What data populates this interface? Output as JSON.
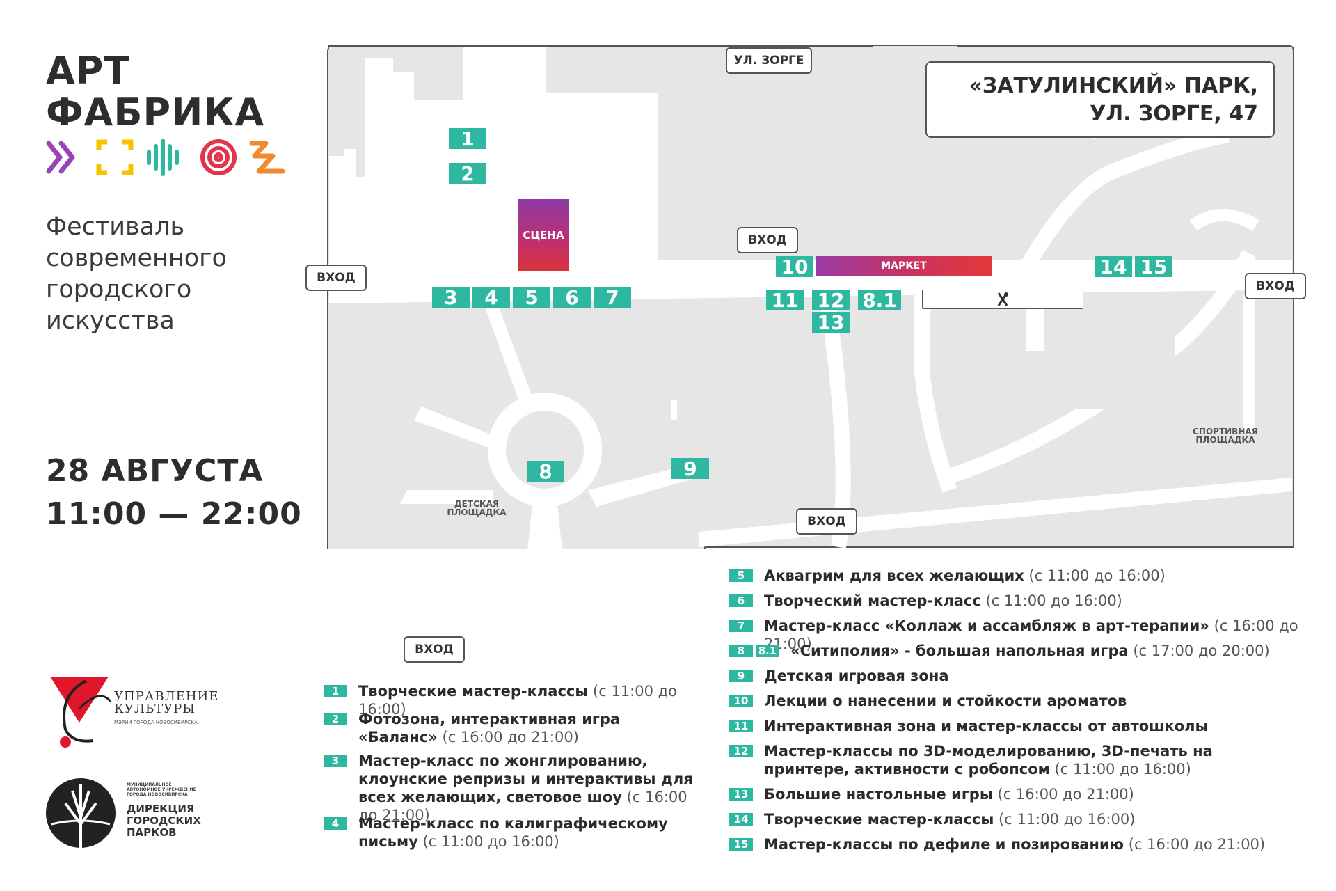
{
  "header": {
    "title_lines": [
      "АРТ",
      "ФАБРИКА"
    ],
    "festival_lines": [
      "Фестиваль",
      "современного",
      "городского",
      "искусства"
    ],
    "date": "28 АВГУСТА",
    "time": "11:00 — 22:00"
  },
  "map": {
    "address_lines": [
      "«ЗАТУЛИНСКИЙ» ПАРК,",
      "УЛ. ЗОРГЕ, 47"
    ],
    "street": "УЛ. ЗОРГЕ",
    "entrance": "ВХОД",
    "stage": "СЦЕНА",
    "market": "МАРКЕТ",
    "playground_lines": [
      "ДЕТСКАЯ",
      "ПЛОЩАДКА"
    ],
    "sports_lines": [
      "СПОРТИВНАЯ",
      "ПЛОЩАДКА"
    ],
    "pins": [
      "1",
      "2",
      "3",
      "4",
      "5",
      "6",
      "7",
      "8",
      "9",
      "10",
      "11",
      "12",
      "8.1",
      "13",
      "14",
      "15"
    ],
    "food_icon": "cutlery-icon",
    "colors": {
      "pin": "#2eb7a1",
      "map_bg": "#e6e6e6",
      "paths": "#ffffff"
    }
  },
  "legend": [
    {
      "nums": [
        "1"
      ],
      "text": "Творческие мастер-классы",
      "time": "(с 11:00 до 16:00)"
    },
    {
      "nums": [
        "2"
      ],
      "text": "Фотозона, интерактивная игра «Баланс»",
      "time": "(с 16:00 до 21:00)"
    },
    {
      "nums": [
        "3"
      ],
      "text": "Мастер-класс по жонглированию, клоунские репризы и интерактивы для всех желающих, световое шоу",
      "time": "(с 16:00 до 21:00)"
    },
    {
      "nums": [
        "4"
      ],
      "text": "Мастер-класс по калиграфическому письму",
      "time": "(с 11:00 до 16:00)"
    },
    {
      "nums": [
        "5"
      ],
      "text": "Аквагрим для всех желающих",
      "time": "(с 11:00 до 16:00)"
    },
    {
      "nums": [
        "6"
      ],
      "text": "Творческий мастер-класс",
      "time": "(с 11:00 до 16:00)"
    },
    {
      "nums": [
        "7"
      ],
      "text": "Мастер-класс «Коллаж и ассамбляж в арт-терапии»",
      "time": "(с 16:00 до 21:00)"
    },
    {
      "nums": [
        "8",
        "8.1"
      ],
      "text": "«Ситиполия» - большая напольная игра",
      "time": "(с 17:00 до 20:00)"
    },
    {
      "nums": [
        "9"
      ],
      "text": "Детская игровая зона",
      "time": ""
    },
    {
      "nums": [
        "10"
      ],
      "text": "Лекции о нанесении и стойкости ароматов",
      "time": ""
    },
    {
      "nums": [
        "11"
      ],
      "text": "Интерактивная зона и мастер-классы от автошколы",
      "time": ""
    },
    {
      "nums": [
        "12"
      ],
      "text": "Мастер-классы по 3D-моделированию, 3D-печать на принтере, активности с робопсом",
      "time": "(с 11:00 до 16:00)"
    },
    {
      "nums": [
        "13"
      ],
      "text": "Большие настольные игры",
      "time": "(с 16:00 до 21:00)"
    },
    {
      "nums": [
        "14"
      ],
      "text": "Творческие мастер-классы",
      "time": "(с 11:00 до 16:00)"
    },
    {
      "nums": [
        "15"
      ],
      "text": "Мастер-классы по дефиле и позированию",
      "time": "(с 16:00 до 21:00)"
    }
  ],
  "logos": {
    "culture_lines": [
      "УПРАВЛЕНИЕ",
      "КУЛЬТУРЫ"
    ],
    "culture_sub": "МЭРИИ ГОРОДА НОВОСИБИРСКА",
    "parks_sub_lines": [
      "МУНИЦИПАЛЬНОЕ",
      "АВТОНОМНОЕ УЧРЕЖДЕНИЕ",
      "ГОРОДА НОВОСИБИРСКА"
    ],
    "parks_lines": [
      "ДИРЕКЦИЯ",
      "ГОРОДСКИХ",
      "ПАРКОВ"
    ]
  }
}
